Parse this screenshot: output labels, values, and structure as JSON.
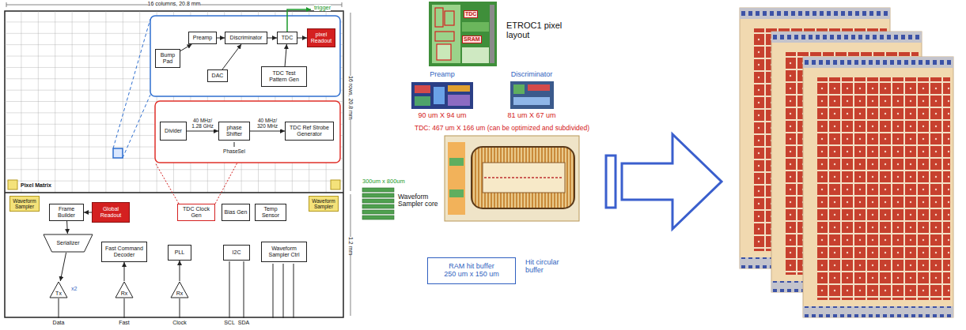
{
  "diagram": {
    "nodes": [
      {
        "text": [
          "Bump Pad"
        ]
      },
      {
        "text": [
          "Preamp"
        ]
      },
      {
        "text": [
          "Discriminator"
        ]
      },
      {
        "text": [
          "TDC"
        ]
      },
      {
        "text": [
          "pixel Readout"
        ]
      },
      {
        "text": [
          "DAC"
        ]
      },
      {
        "text": [
          "TDC Test Pattern Gen"
        ]
      },
      {
        "text": [
          "Divider"
        ]
      },
      {
        "text": [
          "phase Shifter"
        ]
      },
      {
        "text": [
          "TDC Ref Strobe Generator"
        ]
      },
      {
        "text": [
          "Waveform Sampler"
        ]
      },
      {
        "text": [
          "Frame Builder"
        ]
      },
      {
        "text": [
          "Global Readout"
        ]
      },
      {
        "text": [
          "TDC Clock Gen"
        ]
      },
      {
        "text": [
          "Bias Gen"
        ]
      },
      {
        "text": [
          "Temp Sensor"
        ]
      },
      {
        "text": [
          "Waveform Sampler"
        ]
      },
      {
        "text": [
          "Serializer"
        ]
      },
      {
        "text": [
          "Fast Command Decoder"
        ]
      },
      {
        "text": [
          "PLL"
        ]
      },
      {
        "text": [
          "I2C"
        ]
      },
      {
        "text": [
          "Waveform Sampler Ctrl"
        ]
      },
      {
        "text": [
          "Tx"
        ]
      },
      {
        "text": [
          "Rx"
        ]
      },
      {
        "text": [
          "Rx"
        ]
      },
      {
        "text": [
          "RAM hit buffer",
          "250 um x 150 um"
        ]
      }
    ],
    "edges": [
      {
        "from": 0,
        "to": 1,
        "arrow": "to"
      },
      {
        "from": 1,
        "to": 2,
        "arrow": "to"
      },
      {
        "from": 2,
        "to": 3,
        "arrow": "to"
      },
      {
        "from": 3,
        "to": 4,
        "arrow": "to"
      },
      {
        "from": 5,
        "to": 2,
        "arrow": "to"
      },
      {
        "from": 6,
        "to": 3,
        "arrow": "to"
      },
      {
        "from": 7,
        "to": 8,
        "label": "40 MHz/ 1.28 GHz",
        "arrow": "to"
      },
      {
        "from": 8,
        "to": 9,
        "label": "40 MHz/ 320 MHz",
        "arrow": "to"
      },
      {
        "from": 12,
        "to": 11,
        "arrow": "to"
      },
      {
        "from": 11,
        "to": 17,
        "arrow": "to"
      },
      {
        "from": 17,
        "to": 22,
        "arrow": "to"
      },
      {
        "from": 23,
        "to": 18,
        "arrow": "to"
      },
      {
        "from": 24,
        "to": 19,
        "arrow": "to"
      }
    ],
    "labels": [
      "16 columns, 20.8 mm",
      "16 rows, 20.8 mm",
      "Pixel Matrix",
      "trigger",
      "PhaseSel",
      "1.2 mm",
      "x2",
      "Data",
      "Fast",
      "Clock",
      "SCL",
      "SDA",
      "ETROC1 pixel layout",
      "TDC",
      "SRAM",
      "Preamp",
      "90 um X 94 um",
      "Discriminator",
      "81 um X 67 um",
      "TDC: 467 um X 166 um (can be optimized and subdivided)",
      "300um x 800um",
      "Waveform Sampler core",
      "Hit circular buffer"
    ]
  }
}
